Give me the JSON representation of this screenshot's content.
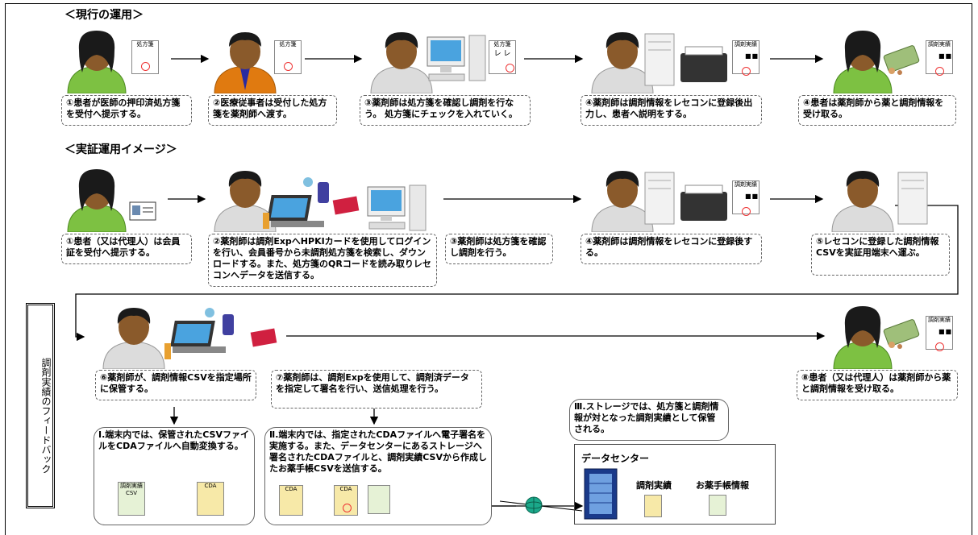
{
  "sections": {
    "current": "＜現行の運用＞",
    "trial": "＜実証運用イメージ＞",
    "feedback": "調剤実績のフィードバック"
  },
  "docs": {
    "prescription": "処方箋",
    "dispense_record": "調剤実績",
    "check_marks": "レ レ",
    "code": "■■",
    "csv": "調剤実績 CSV",
    "cda": "CDA"
  },
  "current_steps": [
    "①患者が医師の押印済処方箋を受付へ提示する。",
    "②医療従事者は受付した処方箋を薬剤師へ渡す。",
    "③薬剤師は処方箋を確認し調剤を行なう。 処方箋にチェックを入れていく。",
    "④薬剤師は調剤情報をレセコンに登録後出力し、患者へ説明をする。",
    "④患者は薬剤師から薬と調剤情報を受け取る。"
  ],
  "trial_steps": [
    "①患者（又は代理人）は会員証を受付へ提示する。",
    "②薬剤師は調剤ExpへHPKIカードを使用してログインを行い、会員番号から未調剤処方箋を検索し、ダウンロードする。また、処方箋のQRコードを読み取りレセコンへデータを送信する。",
    "③薬剤師は処方箋を確認し調剤を行う。",
    "④薬剤師は調剤情報をレセコンに登録後する。",
    "⑤レセコンに登録した調剤情報CSVを実証用端末へ運ぶ。"
  ],
  "feedback_steps": [
    "⑥薬剤師が、調剤情報CSVを指定場所に保管する。",
    "⑦薬剤師は、調剤Expを使用して、調剤済データを指定して署名を行い、送信処理を行う。",
    "⑧患者（又は代理人）は薬剤師から薬と調剤情報を受け取る。"
  ],
  "notes": {
    "terminal_1": "Ⅰ.端末内では、保管されたCSVファイルをCDAファイルへ自動変換する。",
    "terminal_2": "Ⅱ.端末内では、指定されたCDAファイルへ電子署名を実施する。また、データセンターにあるストレージへ署名されたCDAファイルと、調剤実績CSVから作成したお薬手帳CSVを送信する。",
    "storage": "Ⅲ.ストレージでは、処方箋と調剤情報が対となった調剤実績として保管される。"
  },
  "data_center": {
    "title": "データセンター",
    "item_1": "調剤実績",
    "item_2": "お薬手帳情報"
  },
  "colors": {
    "patient_body": "#7dc142",
    "staff_body": "#e07a10",
    "pharmacist_body": "#d8d8d8",
    "skin": "#8a5a2b",
    "hair": "#1a1a1a",
    "monitor": "#4aa3df",
    "stamp": "#e33333"
  }
}
